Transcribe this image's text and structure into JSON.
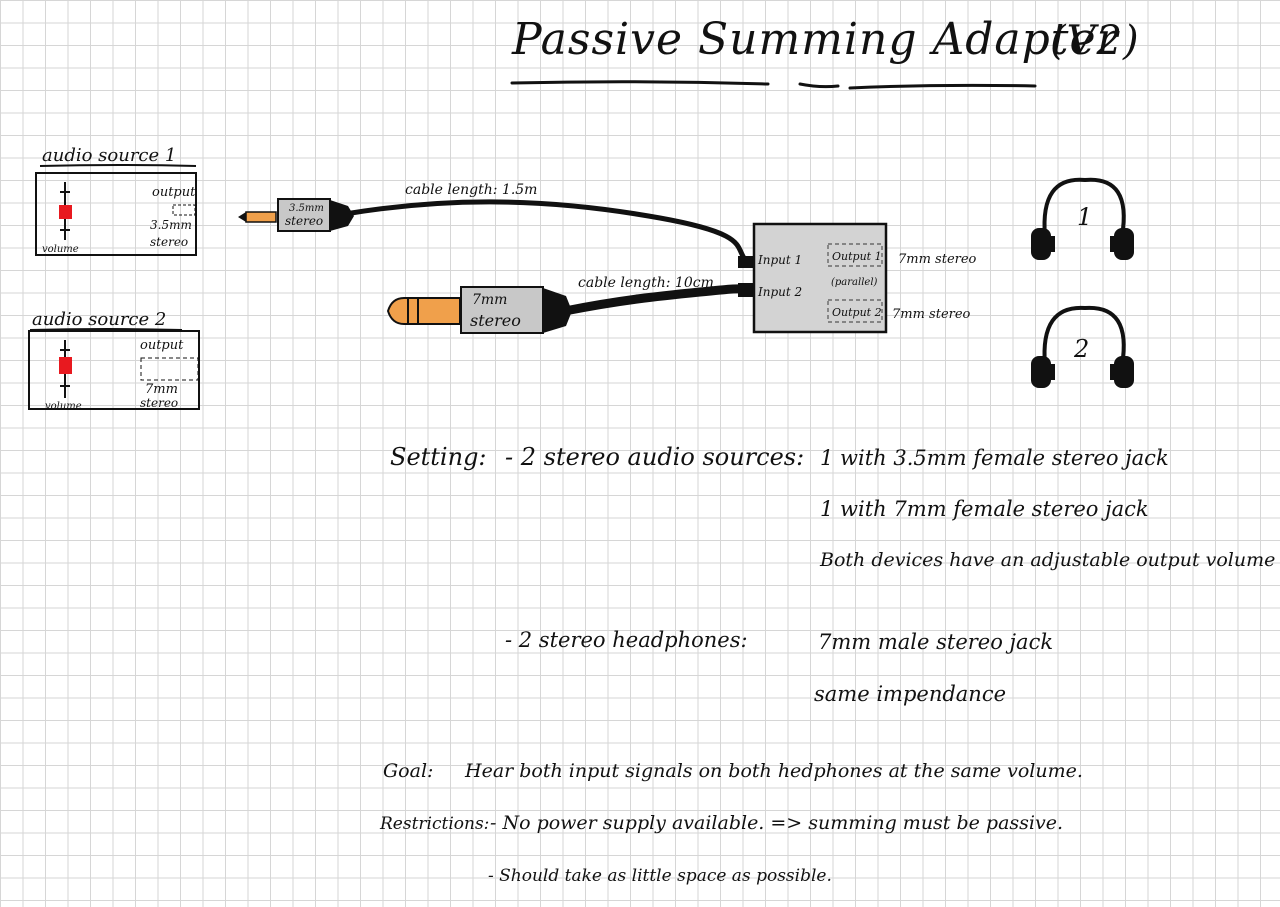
{
  "title": {
    "main": "Passive Summing Adapter",
    "version": "(V2)"
  },
  "source1": {
    "title": "audio source 1",
    "output_label": "output",
    "jack_size": "3.5mm",
    "jack_type": "stereo",
    "volume_label": "volume"
  },
  "source2": {
    "title": "audio source 2",
    "output_label": "output",
    "jack_size": "7mm",
    "jack_type": "stereo",
    "volume_label": "volume"
  },
  "cable1": {
    "length_label": "cable length: 1.5m",
    "plug_size": "3.5mm",
    "plug_type": "stereo"
  },
  "cable2": {
    "length_label": "cable length: 10cm",
    "plug_size": "7mm",
    "plug_type": "stereo"
  },
  "adapter": {
    "input1": "Input 1",
    "input2": "Input 2",
    "output1": "Output 1",
    "parallel": "(parallel)",
    "output2": "Output 2",
    "output1_spec": "7mm stereo",
    "output2_spec": "7mm stereo"
  },
  "headphones": [
    {
      "number": "1"
    },
    {
      "number": "2"
    }
  ],
  "setting": {
    "label": "Setting:",
    "sources_item": "- 2 stereo audio sources:",
    "sources_details": [
      "1 with 3.5mm female stereo jack",
      "1 with 7mm female stereo jack",
      "Both devices have an adjustable output volume"
    ],
    "headphones_item": "- 2 stereo headphones:",
    "headphones_details": [
      "7mm male stereo jack",
      "same impendance"
    ]
  },
  "goal": {
    "label": "Goal:",
    "text": "Hear both input signals on both hedphones at the same volume."
  },
  "restrictions": {
    "label": "Restrictions:",
    "items": [
      "- No power supply available. => summing must be passive.",
      "- Should take as little space as possible."
    ]
  },
  "colors": {
    "grid": "#d6d6d6",
    "fader_knob": "#e8191f",
    "plug_tip": "#f0a04b",
    "plug_body": "#c8c8c8",
    "adapter_body": "#d3d3d3",
    "ink": "#111111"
  }
}
